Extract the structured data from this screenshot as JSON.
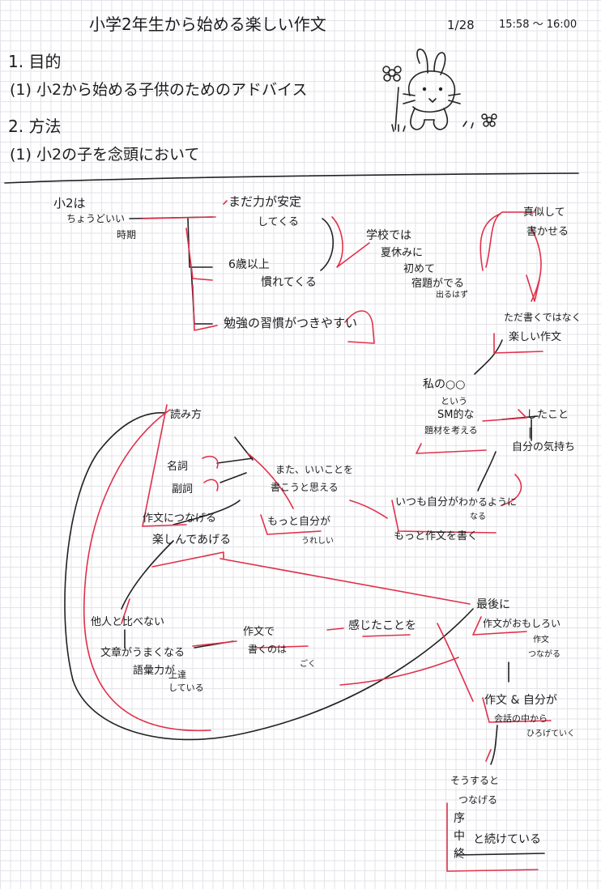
{
  "header": {
    "title": "小学2年生から始める楽しい作文",
    "date": "1/28",
    "time": "15:58 〜 16:00"
  },
  "outline": {
    "purpose_heading": "1. 目的",
    "purpose_item": "(1) 小2から始める子供のためのアドバイス",
    "method_heading": "2. 方法",
    "method_item": "(1) 小2の子を念頭において"
  },
  "mindmap": {
    "root_line1": "小2は",
    "root_line2": "ちょうどいい",
    "root_line3": "時期",
    "branch_1_line1": "まだ力が安定",
    "branch_1_line2": "してくる",
    "branch_2_line1": "6歳以上",
    "branch_2_line2": "慣れてくる",
    "branch_3": "勉強の習慣がつきやすい",
    "school_line1": "学校では",
    "school_line2": "夏休みに",
    "school_line3": "初めて",
    "school_line4": "宿題がでる",
    "school_line5": "出るはず",
    "mimic_line1": "真似して",
    "mimic_line2": "書かせる",
    "fun_line1": "ただ書くではなく",
    "fun_line2": "楽しい作文",
    "my_line1": "私の○○",
    "my_line2": "という",
    "my_line3": "SM的な",
    "my_line4": "題材を考える",
    "did_label": "したこと",
    "did_eq": "‖",
    "feeling": "自分の気持ち",
    "joy_line1": "いつも自分が",
    "joy_line2": "わかるように",
    "joy_line3": "なる",
    "joy_line4": "もっと作文を書く",
    "praise_line1": "また、いいことを",
    "praise_line2": "書こうと思える",
    "better_line1": "もっと自分が",
    "better_line2": "うれしい",
    "reading": "読み方",
    "noun": "名詞",
    "adverb": "副詞",
    "connect": "作文につなげる",
    "enjoy": "楽しんであげる",
    "others": "他人と比べない",
    "sentence_line1": "文章がうまくなる",
    "sentence_line2": "語彙力が",
    "sentence_line3": "上達",
    "sentence_line4": "している",
    "expr_line1": "作文で",
    "expr_line2": "書くのは",
    "expr_line3": "ごく",
    "write_as_is": "感じたことを",
    "last_line1": "最後に",
    "last_line2": "作文がおもしろい",
    "last_line3": "作文",
    "last_line4": "つながる",
    "self_line1": "作文 & 自分が",
    "self_line2": "会話の中から",
    "self_line3": "ひろげていく",
    "cycle_line1": "そうすると",
    "cycle_line2": "つなげる",
    "cycle_intro": "序",
    "cycle_mid": "中",
    "cycle_end": "終",
    "cycle_tail": "と続けている"
  },
  "colors": {
    "ink": "#1c1c1c",
    "red_ink": "#e0304a",
    "grid": "#e3e3ea"
  },
  "icons": [
    "bunny-doodle",
    "flower-icon"
  ]
}
